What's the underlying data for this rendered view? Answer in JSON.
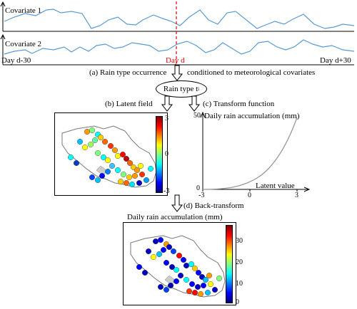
{
  "timeseries": {
    "cov1_label": "Covariate 1",
    "cov2_label": "Covariate 2",
    "left_label": "Day d-30",
    "center_label": "Day d",
    "right_label": "Day d+30",
    "line_color": "#5a9bd5",
    "marker_color": "#e60000"
  },
  "step_a": {
    "label": "(a) Rain type occurrence",
    "label2": "conditioned to meteorological covariates",
    "oval_text": "Rain type t",
    "oval_sub": "i"
  },
  "step_b": {
    "label": "(b) Latent field",
    "colorbar_ticks": [
      "3",
      "0",
      "-3"
    ]
  },
  "step_c": {
    "label": "(c) Transform function",
    "y_label": "Daily rain accumulation (mm)",
    "x_label": "Latent value",
    "y_ticks": [
      "50",
      "0"
    ],
    "x_ticks": [
      "-3",
      "0",
      "3"
    ]
  },
  "step_d": {
    "label": "(d) Back-transform",
    "title": "Daily rain accumulation (mm)",
    "colorbar_ticks": [
      "30",
      "20",
      "10",
      "0"
    ]
  },
  "icons": {
    "down_arrow": "hollow-down-arrow-icon",
    "island": "island-outline-icon"
  }
}
